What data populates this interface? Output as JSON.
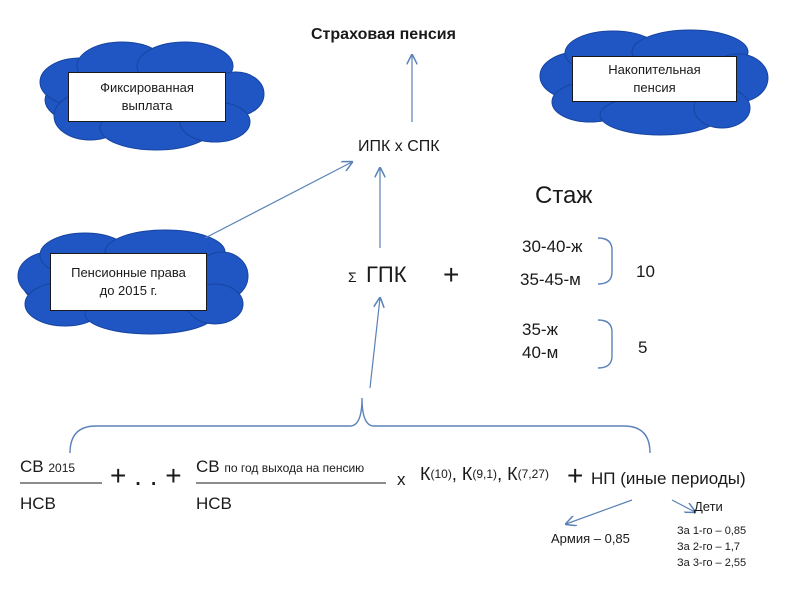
{
  "title": "Страховая пенсия",
  "clouds": {
    "fixed": "Фиксированная выплата",
    "funded": "Накопительная пенсия",
    "rights": "Пенсионные права до 2015 г."
  },
  "ipk_formula": "ИПК х СПК",
  "stazh": {
    "title": "Стаж",
    "group1": {
      "line1": "30-40-ж",
      "line2": "35-45-м",
      "value": "10"
    },
    "group2": {
      "line1": "35-ж",
      "line2": "40-м",
      "value": "5"
    }
  },
  "gpk": {
    "sigma": "Σ",
    "label": "ГПК",
    "plus": "+"
  },
  "formula": {
    "sv_left": "СВ",
    "year_2015": "2015",
    "nsv_left": "НСВ",
    "plus_dots": "+ . . +",
    "sv_right": "СВ",
    "sv_right_cond": "по год выхода на пенсию",
    "nsv_right": "НСВ",
    "times": "х",
    "k_letter": "К",
    "k1_sub": "(10)",
    "k2_sub": "(9,1)",
    "k3_sub": "(7,27)",
    "sep": ",",
    "plus_np": "+",
    "np_label": "НП (иные периоды)"
  },
  "np_details": {
    "army": "Армия – 0,85",
    "children": "Дети",
    "kid1": "За 1-го – 0,85",
    "kid2": "За 2-го – 1,7",
    "kid3": "За 3-го – 2,55"
  },
  "colors": {
    "cloud": "#1f56c4",
    "cloud_edge": "#17449e",
    "arrow": "#5a82b8",
    "ink": "#1a1a1a"
  }
}
